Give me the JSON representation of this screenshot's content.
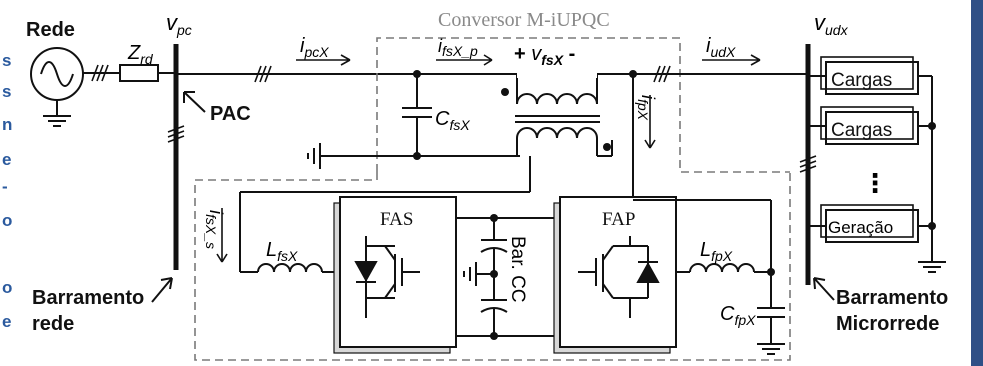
{
  "labels": {
    "rede": "Rede",
    "zrd_main": "Z",
    "zrd_sub": "rd",
    "vpc_main": "v",
    "vpc_sub": "pc",
    "pac": "PAC",
    "ipcx_main": "i",
    "ipcx_sub": "pcX",
    "conversor": "Conversor M-iUPQC",
    "ifsxp_main": "i",
    "ifsxp_sub": "fsX_p",
    "vfsx_plus": "+ ",
    "vfsx_main": "v",
    "vfsx_sub": "fsX",
    "vfsx_minus": " -",
    "iudx_main": "i",
    "iudx_sub": "udX",
    "vudx_main": "v",
    "vudx_sub": "udx",
    "cfsx_main": "C",
    "cfsx_sub": "fsX",
    "ifpx_main": "i",
    "ifpx_sub": "fpX",
    "ifsxs_main": "i",
    "ifsxs_sub": "fsX_s",
    "lfsx_main": "L",
    "lfsx_sub": "fsX",
    "fas": "FAS",
    "bar_cc": "Bar. CC",
    "fap": "FAP",
    "lfpx_main": "L",
    "lfpx_sub": "fpX",
    "cfpx_main": "C",
    "cfpx_sub": "fpX",
    "barramento_rede_1": "Barramento",
    "barramento_rede_2": "rede",
    "barramento_micro_1": "Barramento",
    "barramento_micro_2": "Microrrede",
    "cargas_1": "Cargas",
    "cargas_2": "Cargas",
    "geracao": "Geração",
    "ellipsis": "⋮"
  },
  "left_edge_text": [
    "s",
    "s",
    "n",
    "e",
    "-",
    "o",
    "o",
    "e"
  ],
  "colors": {
    "side_text": "#2b5a9e",
    "right_bar": "#2f4f86",
    "dashed": "#7a7a7a"
  }
}
